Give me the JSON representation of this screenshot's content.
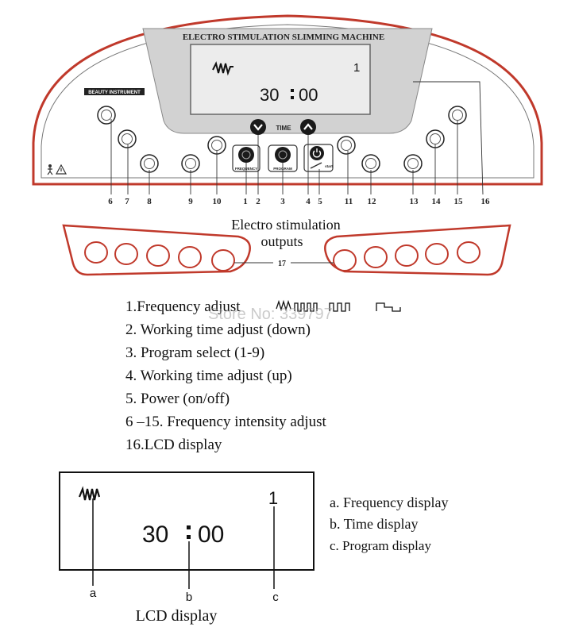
{
  "machine": {
    "title": "ELECTRO STIMULATION SLIMMING MACHINE",
    "brand_badge": "BEAUTY INSTRUMENT",
    "lcd_program": "1",
    "lcd_time_minutes": "30",
    "lcd_time_seconds": "00",
    "time_label": "TIME",
    "frequency_button_label": "FREQUENCY",
    "program_button_label": "PROGRAM",
    "start_label": "start",
    "callout_numbers": [
      "6",
      "7",
      "8",
      "9",
      "10",
      "1",
      "2",
      "3",
      "4",
      "5",
      "11",
      "12",
      "13",
      "14",
      "15",
      "16"
    ]
  },
  "outputs": {
    "title_line1": "Electro stimulation",
    "title_line2": "outputs",
    "callout": "17"
  },
  "legend": {
    "items": [
      "1.Frequency adjust",
      "2. Working time adjust (down)",
      "3. Program select (1-9)",
      "4. Working time adjust (up)",
      "5. Power (on/off)",
      "6 –15. Frequency intensity adjust",
      "16.LCD display"
    ]
  },
  "watermark": "Store No: 339797",
  "lcd_detail": {
    "program": "1",
    "time_minutes": "30",
    "time_seconds": "00",
    "marker_a": "a",
    "marker_b": "b",
    "marker_c": "c",
    "caption": "LCD display",
    "notes": [
      "a. Frequency display",
      "b. Time display",
      "c. Program display"
    ]
  },
  "colors": {
    "outline_red": "#c0392b",
    "panel_grey": "#d2d2d2",
    "lcd_bg": "#e9e9e9"
  },
  "icons": [
    "waveform-icon",
    "chevron-down-icon",
    "chevron-up-icon",
    "power-icon",
    "warning-icon",
    "person-icon"
  ]
}
